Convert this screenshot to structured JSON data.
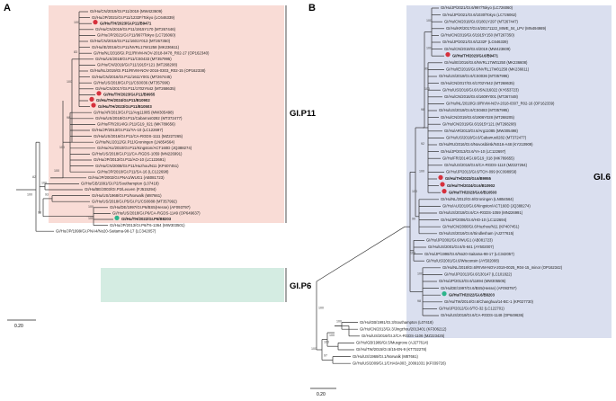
{
  "panel_a": {
    "label": "A",
    "highlight_color": "#f9dcd6",
    "p6_color": "#d4ece2",
    "clade_p11": "GI.P11",
    "clade_p6": "GI.P6",
    "scale": "0.20",
    "boot": [
      "100",
      "83",
      "100",
      "98",
      "100",
      "100",
      "100",
      "93",
      "100",
      "100",
      "98",
      "82",
      "100"
    ],
    "taxa": [
      {
        "t": "GI/Hu/CN/2019/GI.P11/2019 (MW423609)",
        "b": false
      },
      {
        "t": "GI/Hu/JP/2021/GI.P11/1232F/Tokyo (LC646339)",
        "b": false
      },
      {
        "t": "GI/Hu/TH/2023/GI.P11/B9471",
        "b": true,
        "dot": "#d6303c"
      },
      {
        "t": "GI/Hu/CN/2019/GI.P11/1915Y170 (MT267446)",
        "b": false
      },
      {
        "t": "GI/Hu/JP/2021/GI.P11/997/Tokyo (LC726060)",
        "b": false
      },
      {
        "t": "GI/Hu/CN/2016/GI.P11/1601Y013 (MT267350)",
        "b": false
      },
      {
        "t": "GI/Hu/IE/2016/GI.P11/NVRL17W1258 (MK236611)",
        "b": false
      },
      {
        "t": "GI/Hu/NL/2018/GI.P11/RIVM-NOV-2018-0478_R02-17 (OP162340)",
        "b": false
      },
      {
        "t": "GI/Hu/US/2018/GI.P11/CS0433 (MT357995)",
        "b": false
      },
      {
        "t": "GI/Hu/CN/2019/GI.P11/1915Y121 (MT268208)",
        "b": false
      },
      {
        "t": "GI/Hu/NL/2019/GI.P11/RIVM-NOV-2016-0303_R02-15 (OP162338)",
        "b": false
      },
      {
        "t": "GI/Hu/CN/2016/GI.P11/1611Y001 (MT267445)",
        "b": false
      },
      {
        "t": "GI/Hu/US/2018/GI.P11/CS0036 (MT357996)",
        "b": false
      },
      {
        "t": "GI/Hu/CN/2017/GI.P11/1702Y642 (MT268635)",
        "b": false
      },
      {
        "t": "GI/Hu/TH/2023/GI.P11/B9955",
        "b": true,
        "dot": "#d6303c"
      },
      {
        "t": "GI/Hu/TH/2024/GI.P11/B10902",
        "b": true,
        "dot": "#d6303c"
      },
      {
        "t": "GI/Hu/TH/2023/GI.P11/B10503",
        "b": true,
        "dot": "#d6303c"
      },
      {
        "t": "GI/Hu/AR/2013/GI.P11/Arg11085 (MW305498)",
        "b": false
      },
      {
        "t": "GI/Hu/US/2018/GI.P11/Cabarrus0282 (MT372477)",
        "b": false
      },
      {
        "t": "GI/Hu/FR/2014/GI.P11/G19_021 (MK789656)",
        "b": false
      },
      {
        "t": "GI/Hu/JP/2013/GI.P11/YA-10 (LC122697)",
        "b": false
      },
      {
        "t": "GI/Hu/US/2016/GI.P11/CA-RGDS-1111 (MZ227265)",
        "b": false
      },
      {
        "t": "GI/Hu/NL/2012/GI.P11/Groningen (LN854564)",
        "b": false
      },
      {
        "t": "GI/Hu/AU/2010/GI.P11/Kingston/ACT160D (JQ388274)",
        "b": false
      },
      {
        "t": "GI/Hu/US/2018/GI.P11/CA-RGDS-1059 (MN226991)",
        "b": false
      },
      {
        "t": "GI/Hu/JP/2013/GI.P11/AO-10 (LC122691)",
        "b": false
      },
      {
        "t": "GI/Hu/CN/2008/GI.P11/Huzhou/N11 (KP407451)",
        "b": false
      },
      {
        "t": "GI/Hu/JP/2010/GI.P11/SA-16 (LC122698)",
        "b": false
      },
      {
        "t": "GI/Hu/JP/2002/GI.PNA1/WUG1 (AB081723)",
        "b": false
      },
      {
        "t": "GI/Hu/GB/1991/GI.P2/Southampton (L07418)",
        "b": false
      },
      {
        "t": "GI/Hu/BE/2003/GI.P2/Leuven (FJ515294)",
        "b": false
      },
      {
        "t": "GI/Hu/US/1968/GI.P1/Norwalk (M87661)",
        "b": false
      },
      {
        "t": "GI/Hu/US/2018/GI.P5/GI.P1/CS0088 (MT357992)",
        "b": false
      },
      {
        "t": "GI/Hu/DE/1997/GI.P6/BS5(Hesse) (AF093797)",
        "b": false
      },
      {
        "t": "GI/Hu/US/2018/GI.P6/CA-RGDS-1149 (OP649637)",
        "b": false
      },
      {
        "t": "GI/Hu/TH/2022/GI.P6/B8203",
        "b": true,
        "dot": "#2cb58c"
      },
      {
        "t": "GI/Hu/JP/2013/GI.P6/T6-1364 (MW303501)",
        "b": false
      },
      {
        "t": "GI/Hu/JP/1999/GI.PNA4/No20-Saitama-98-17 (LC342057)",
        "b": false
      }
    ]
  },
  "panel_b": {
    "label": "B",
    "highlight_color": "#dadfef",
    "clade_g6": "GI.6",
    "scale": "0.20",
    "boot": [
      "100",
      "100",
      "99",
      "100",
      "98",
      "92",
      "100",
      "100",
      "90",
      "100",
      "100",
      "98",
      "100",
      "100",
      "100",
      "97",
      "100",
      "100"
    ],
    "taxa": [
      {
        "t": "GI/Hu/JP/2021/GI.6/997/Tokyo (LC726060)",
        "b": false
      },
      {
        "t": "GI/Hu/JP/2021/GI.6/1030/Tokyo (LC726062)",
        "b": false
      },
      {
        "t": "GI/Hu/CN/2018/GI.6/1801Y297 (MT267447)",
        "b": false
      },
      {
        "t": "GI/Hu/KR/2017/GI.6/20171122_MWE_04_LPV (MN494989)",
        "b": false
      },
      {
        "t": "GI/Hu/CN/2019/GI.6/1915Y150 (MT267350)",
        "b": false
      },
      {
        "t": "GI/Hu/JP/2021/GI.6/1232F (LC646339)",
        "b": false
      },
      {
        "t": "GI/Hu/CN/2019/GI.6/2019 (MW423609)",
        "b": false
      },
      {
        "t": "GI/Hu/TH/2023/GI.6/B9471",
        "b": true,
        "dot": "#d6303c"
      },
      {
        "t": "GI/Hu/IE/2016/GI.6/NVRL17W01250 (MK236608)",
        "b": false
      },
      {
        "t": "GI/Hu/IE/2016/GI.6/NVRL17W01258 (MK236611)",
        "b": false
      },
      {
        "t": "GI/Hu/US/2018/GI.6/CS0036 (MT357996)",
        "b": false
      },
      {
        "t": "GI/Hu/CN/2017/GI.6/1702Y642 (MT268635)",
        "b": false
      },
      {
        "t": "GI/Hu/US/2016/GI.6/USNJ16022 (KY653723)",
        "b": false
      },
      {
        "t": "GI/Hu/CN/2016/GI.6/1609Y001 (MT267448)",
        "b": false
      },
      {
        "t": "GI/Hu/NL/2018/GI.6/RIVM-NOV-2018-0307_R02-16 (OP162339)",
        "b": false
      },
      {
        "t": "GI/Hu/US/2018/GI.6/CS0483 (MT357995)",
        "b": false
      },
      {
        "t": "GI/Hu/CN/2019/GI.6/1906Y028 (MT268205)",
        "b": false
      },
      {
        "t": "GI/Hu/CN/2019/GI.6/1915Y121 (MT268208)",
        "b": false
      },
      {
        "t": "GI/Hu/AR/2013/GI.6/Arg11085 (MW305498)",
        "b": false
      },
      {
        "t": "GI/Hu/US/2018/GI.6/Cabarrus0282 (MT372477)",
        "b": false
      },
      {
        "t": "GI/Hu/RU/2016/GI.6/Novosibirsk/NS16-A48 (KY210909)",
        "b": false
      },
      {
        "t": "GI/Hu/JP/2013/GI.6/YA-10 (LC122697)",
        "b": false
      },
      {
        "t": "GI/Hu/FR/2014/GI.6/G19_018 (MK789655)",
        "b": false
      },
      {
        "t": "GI/Hu/US/2016/GI.6/CA-RGDS-1110 (MZ227264)",
        "b": false
      },
      {
        "t": "GI/Hu/JP/2013/GI.6/TCH-099 (KC998959)",
        "b": false
      },
      {
        "t": "GI/Hu/TH/2023/GI.6/B9955",
        "b": true,
        "dot": "#d6303c"
      },
      {
        "t": "GI/Hu/TH/2024/GI.6/B10902",
        "b": true,
        "dot": "#d6303c"
      },
      {
        "t": "GI/Hu/TH/2023/GI.6/B10503",
        "b": true,
        "dot": "#d6303c"
      },
      {
        "t": "GI/Hu/NL/2012/GI.6/Groningen (LN854564)",
        "b": false
      },
      {
        "t": "GI/Hu/AU/2010/GI.6/Kingston/ACT160D (JQ388274)",
        "b": false
      },
      {
        "t": "GI/Hu/US/2018/GI.6/CA-RGDS-1059 (MN226991)",
        "b": false
      },
      {
        "t": "GI/Hu/JP/2006/GI.6/HO-10 (LC122694)",
        "b": false
      },
      {
        "t": "GI/Hu/CN/2008/GI.6/Huzhou/N11 (KP407451)",
        "b": false
      },
      {
        "t": "GI/Hu/US/2016/GI.6/Sindlesham (AJ277615)",
        "b": false
      },
      {
        "t": "GI/Hu/JP/2002/GI.6/WUG1 (AB081723)",
        "b": false
      },
      {
        "t": "GI/Hu/US/2001/GI.6/S-841 (AY502007)",
        "b": false
      },
      {
        "t": "GI/Hu/JP/1998/GI.6/No20-Saitama-98-17 (LC342057)",
        "b": false
      },
      {
        "t": "GI/Hu/US/2001/GI.6/Wisconsin (AY502008)",
        "b": false
      },
      {
        "t": "GI/Hu/NL/2018/GI.6/RIVM-NOV-2019-0025_R04-15_minor (OP162342)",
        "b": false
      },
      {
        "t": "GI/Hu/JP/2013/GI.6/130147 (LC101822)",
        "b": false
      },
      {
        "t": "GI/Hu/JP/2013/GI.6/11694 (MW305505)",
        "b": false
      },
      {
        "t": "GI/Hu/DE/1997/GI.6/BS5(Hesse) (AF093797)",
        "b": false
      },
      {
        "t": "GI/Hu/TH/2022/GI.6/B8203",
        "b": true,
        "dot": "#2cb58c"
      },
      {
        "t": "GI/Hu/TW/2014/GI.6/Changhua/14-BC-1 (KP027730)",
        "b": false
      },
      {
        "t": "GI/Hu/JP/2012/GI.6/TO-32 (LC122701)",
        "b": false
      },
      {
        "t": "GI/Hu/US/2018/GI.6/CA-RGDS-1148 (OP649636)",
        "b": false
      },
      {
        "t": "GI/Hu/GB/1991/GI.3/Southampton (L07418)",
        "b": false
      },
      {
        "t": "GI/Hu/CN/2013/GI.3/Jingzhou/2013401 (KF306212)",
        "b": false
      },
      {
        "t": "GI/Hu/US/2016/GI.2/CA-RGDS-1106 (MZ223425)",
        "b": false
      },
      {
        "t": "GI/Hu/GB/1989/GI.5/Musgrove (AJ277614)",
        "b": false
      },
      {
        "t": "GI/Hu/TW/2015/GI.5/15-EN-9 (KT732278)",
        "b": false
      },
      {
        "t": "GI/Hu/US/1968/GI.1/Norwalk (M87661)",
        "b": false
      },
      {
        "t": "GI/Hu/US/2009/GI.1/CHA6A003_20091031 (KF039726)",
        "b": false
      }
    ]
  }
}
